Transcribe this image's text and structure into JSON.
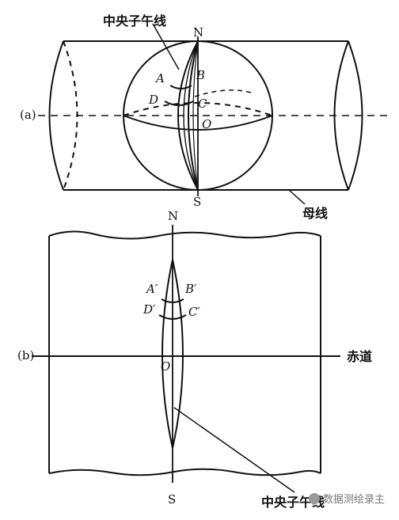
{
  "panel_a": {
    "panel_label": "(a)",
    "central_meridian_label": "中央子午线",
    "north": "N",
    "south": "S",
    "points": {
      "A": "A",
      "B": "B",
      "C": "C",
      "D": "D",
      "O": "O"
    },
    "generatrix_label": "母线"
  },
  "panel_b": {
    "panel_label": "(b)",
    "north": "N",
    "south": "S",
    "points": {
      "A": "A′",
      "B": "B′",
      "C": "C′",
      "D": "D′",
      "O": "O"
    },
    "equator_label": "赤道",
    "central_meridian_label": "中央子午线"
  },
  "watermark": {
    "text": "数据测绘录主"
  }
}
